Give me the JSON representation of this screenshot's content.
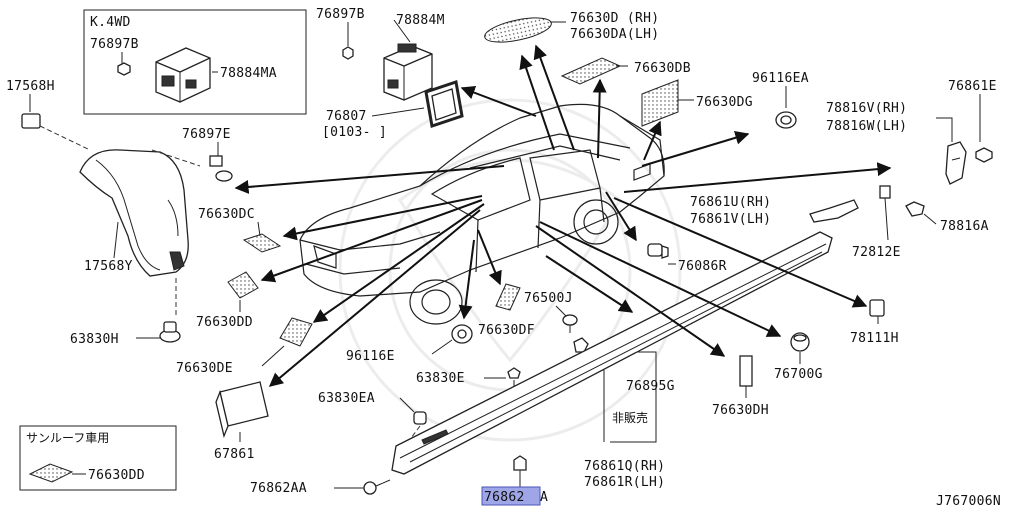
{
  "diagram_code": "J767006N",
  "inset_4wd": {
    "title": "K.4WD",
    "parts": [
      "76897B",
      "78884MA"
    ]
  },
  "inset_sunroof": {
    "title": "サンルーフ車用",
    "part": "76630DD"
  },
  "labels": {
    "p17568H": "17568H",
    "p17568Y": "17568Y",
    "p76897B": "76897B",
    "p78884M": "78884M",
    "p76807": "76807",
    "p76807_date": "[0103-    ]",
    "p76897E": "76897E",
    "p76630D": "76630D (RH)",
    "p76630DA": "76630DA(LH)",
    "p76630DB": "76630DB",
    "p96116EA": "96116EA",
    "p76630DG": "76630DG",
    "p76861E": "76861E",
    "p78816V": "78816V(RH)",
    "p78816W": "78816W(LH)",
    "p76630DC": "76630DC",
    "p76861U": "76861U(RH)",
    "p76861V": "76861V(LH)",
    "p78816A": "78816A",
    "p72812E": "72812E",
    "p76086R": "76086R",
    "p76630DD": "76630DD",
    "p76500J": "76500J",
    "p78111H": "78111H",
    "p76630DF": "76630DF",
    "p63830H": "63830H",
    "p96116E": "96116E",
    "p76630DE": "76630DE",
    "p63830E": "63830E",
    "p76895G": "76895G",
    "p76700G": "76700G",
    "p63830EA": "63830EA",
    "p_not_sold": "非販売",
    "p76630DH": "76630DH",
    "p67861": "67861",
    "p76861Q": "76861Q(RH)",
    "p76861R": "76861R(LH)",
    "p76862AA": "76862AA",
    "p76862A_hl": "76862",
    "p76862A_suffix": "A"
  },
  "colors": {
    "highlight": "#9fa6e8",
    "ink": "#111111"
  }
}
